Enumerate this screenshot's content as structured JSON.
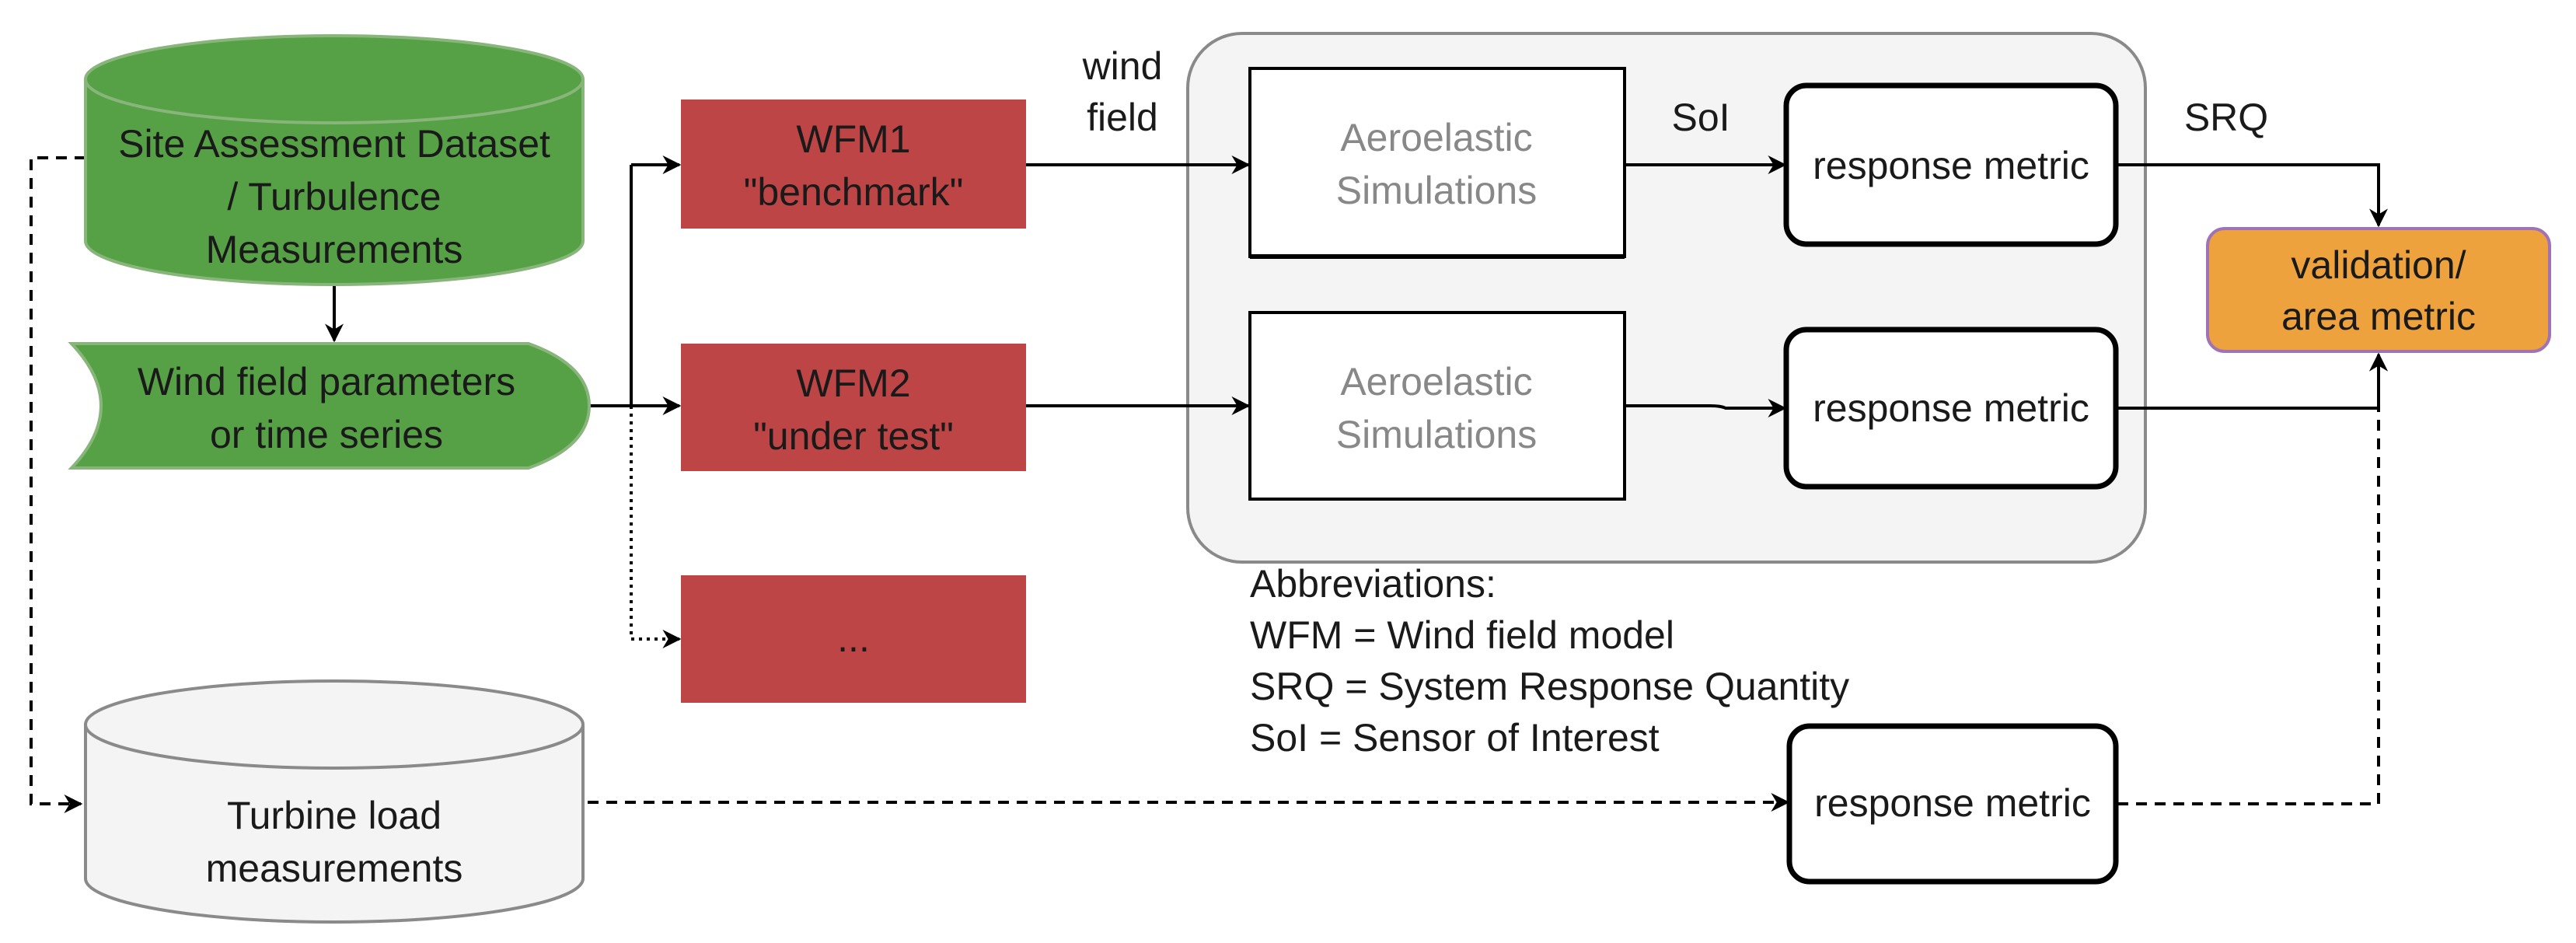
{
  "site_dataset": {
    "line1": "Site Assessment Dataset",
    "line2": "/ Turbulence",
    "line3": "Measurements"
  },
  "wind_params": {
    "line1": "Wind field parameters",
    "line2": "or time series"
  },
  "turbine_load": {
    "line1": "Turbine load",
    "line2": "measurements"
  },
  "wfm1": {
    "line1": "WFM1",
    "line2": "\"benchmark\""
  },
  "wfm2": {
    "line1": "WFM2",
    "line2": "\"under test\""
  },
  "wfm3": {
    "line1": "..."
  },
  "edge_labels": {
    "wind_field_line1": "wind",
    "wind_field_line2": "field",
    "soi": "SoI",
    "srq": "SRQ"
  },
  "sim1": {
    "line1": "Aeroelastic",
    "line2": "Simulations"
  },
  "sim2": {
    "line1": "Aeroelastic",
    "line2": "Simulations"
  },
  "response_metric": {
    "top": "response metric",
    "middle": "response metric",
    "bottom": "response metric"
  },
  "validation": {
    "line1": "validation/",
    "line2": "area metric"
  },
  "abbreviations": {
    "title": "Abbreviations:",
    "wfm": "WFM = Wind field model",
    "srq": "SRQ = System Response Quantity",
    "soi": "SoI = Sensor of Interest"
  },
  "colors": {
    "dataset_green": "#56a046",
    "dataset_green_stroke": "#87b57a",
    "wfm_red": "#bd4545",
    "validation_orange": "#eda23d",
    "validation_stroke": "#9f73b5",
    "container_fill": "#f4f4f4",
    "turbine_fill": "#f4f4f4"
  }
}
